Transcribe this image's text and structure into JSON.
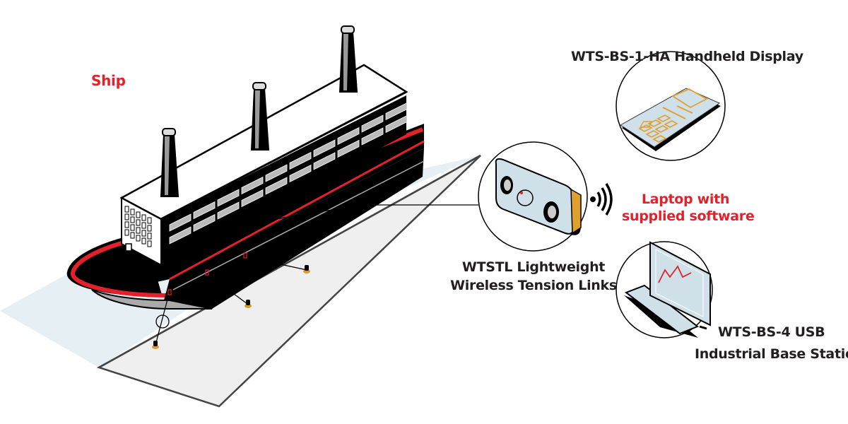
{
  "diagram": {
    "title_ship": "Ship",
    "labels": {
      "handheld": "WTS-BS-1-HA Handheld Display",
      "laptop_line1": "Laptop with",
      "laptop_line2": "supplied software",
      "links_line1": "WTSTL Lightweight",
      "links_line2": "Wireless Tension Links",
      "base_line1": "WTS-BS-4 USB",
      "base_line2": "Industrial Base Station"
    },
    "icons": {
      "wireless": "wireless-signal-icon",
      "handheld": "handheld-display-icon",
      "laptop": "laptop-icon",
      "tension_link": "tension-link-icon",
      "ship": "ship-icon",
      "bollard": "bollard-icon"
    },
    "colors": {
      "accent_red": "#e3212a",
      "text_dark": "#231f20",
      "device_blue": "#cfe0e8",
      "device_orange": "#e0a030",
      "water": "#e6eff4",
      "quay": "#efefef"
    },
    "mooring_lines": 3
  }
}
